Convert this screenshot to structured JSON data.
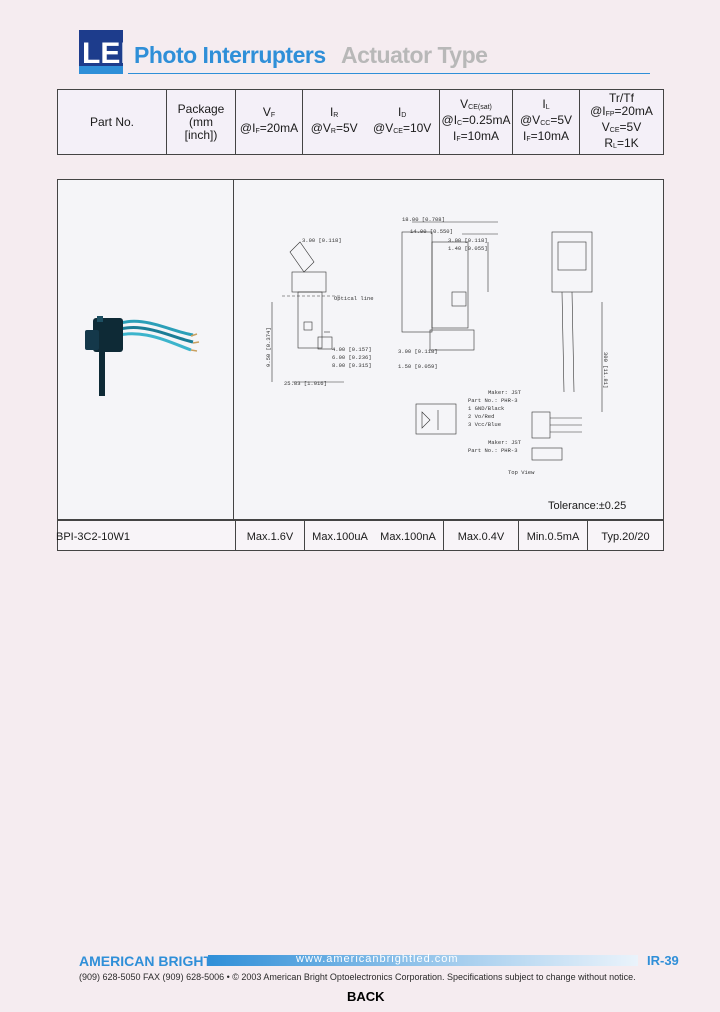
{
  "header": {
    "logo_text": "LED",
    "title_main": "Photo Interrupters",
    "title_sub": "Actuator Type"
  },
  "spec_headers": {
    "part_no": "Part No.",
    "package": [
      "Package",
      "(mm",
      "[inch])"
    ],
    "vf": {
      "symbol": "V",
      "sub": "F",
      "cond_pre": "@I",
      "cond_sub": "F",
      "cond_post": "=20mA"
    },
    "ir": {
      "symbol": "I",
      "sub": "R",
      "cond_pre": "@V",
      "cond_sub": "R",
      "cond_post": "=5V"
    },
    "id": {
      "symbol": "I",
      "sub": "D",
      "cond_pre": "@V",
      "cond_sub": "CE",
      "cond_post": "=10V"
    },
    "vce": {
      "symbol": "V",
      "sub": "CE(sat)",
      "c1_pre": "@I",
      "c1_sub": "C",
      "c1_post": "=0.25mA",
      "c2_pre": "I",
      "c2_sub": "F",
      "c2_post": "=10mA"
    },
    "il": {
      "symbol": "I",
      "sub": "L",
      "c1_pre": "@V",
      "c1_sub": "CC",
      "c1_post": "=5V",
      "c2_pre": "I",
      "c2_sub": "F",
      "c2_post": "=10mA"
    },
    "trtf": {
      "title": "Tr/Tf",
      "c1_pre": "@I",
      "c1_sub": "FP",
      "c1_post": "=20mA",
      "c2_pre": "V",
      "c2_sub": "CE",
      "c2_post": "=5V",
      "c3_pre": "R",
      "c3_sub": "L",
      "c3_post": "=1K"
    }
  },
  "drawing_labels": {
    "optical_line": "Optical line",
    "maker1": "Maker: JST",
    "part1": "Part No.: PHR-3",
    "pin1": "1 GND/Black",
    "pin2": "2 Vo/Red",
    "pin3": "3 Vcc/Blue",
    "maker2": "Maker: JST",
    "part2": "Part No.: PHR-3",
    "top_view": "Top View",
    "d1": "18.00 [0.708]",
    "d2": "14.00 [0.550]",
    "d3": "3.00 [0.118]",
    "d4": "1.40 [0.055]",
    "d5": "3.00 [0.118]",
    "d6": "4.00 [0.157]",
    "d7": "6.00 [0.236]",
    "d8": "8.00 [0.315]",
    "d9": "3.00 [0.118]",
    "d10": "1.50 [0.059]",
    "d11": "9.50 [0.374]",
    "d12": "25.83 [1.016]",
    "d13": "300 [11.81]"
  },
  "tolerance": "Tolerance:±0.25",
  "row": {
    "part_no": "BPI-3C2-10W1",
    "vf": "Max.1.6V",
    "ir": "Max.100uA",
    "id": "Max.100nA",
    "vce": "Max.0.4V",
    "il": "Min.0.5mA",
    "trtf": "Typ.20/20"
  },
  "footer": {
    "brand": "AMERICAN BRIGHT",
    "website": "www.americanbrightled.com",
    "page": "IR-39",
    "copyright": "(909) 628-5050   FAX (909) 628-5006  •  © 2003  American Bright Optoelectronics Corporation. Specifications subject to change without notice.",
    "back": "BACK"
  },
  "colors": {
    "accent": "#2f8fd8",
    "subtitle": "#b8b8b8",
    "background": "#f5ecf0"
  }
}
